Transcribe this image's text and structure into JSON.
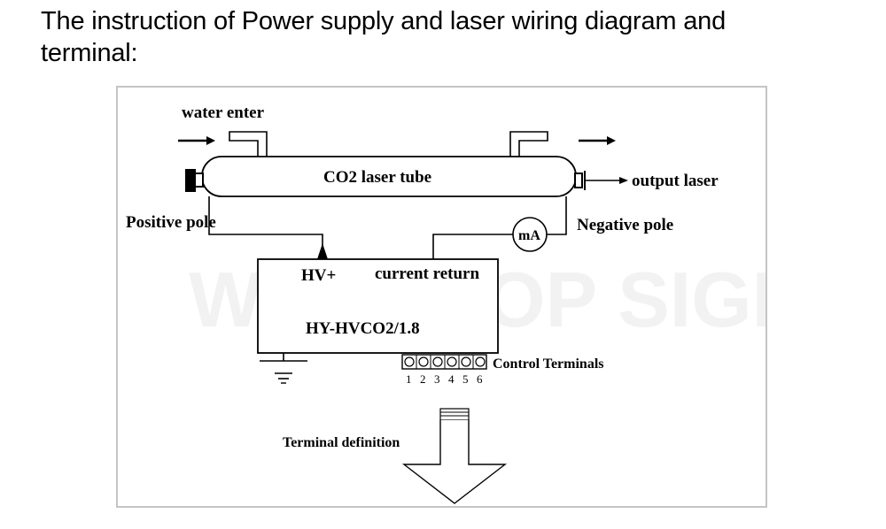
{
  "heading": {
    "line1": "The instruction of Power supply and laser wiring diagram and",
    "line2": "terminal:"
  },
  "diagram": {
    "water_enter": "water enter",
    "tube_label": "CO2 laser tube",
    "output_laser": "output laser",
    "positive_pole": "Positive pole",
    "negative_pole": "Negative pole",
    "meter_label": "mA",
    "hv_plus": "HV+",
    "current_return": "current return",
    "model": "HY-HVCO2/1.8",
    "control_terminals": "Control Terminals",
    "terminal_numbers": [
      "1",
      "2",
      "3",
      "4",
      "5",
      "6"
    ],
    "terminal_definition": "Terminal definition",
    "watermark": "WAVE-TOP SIGN"
  }
}
